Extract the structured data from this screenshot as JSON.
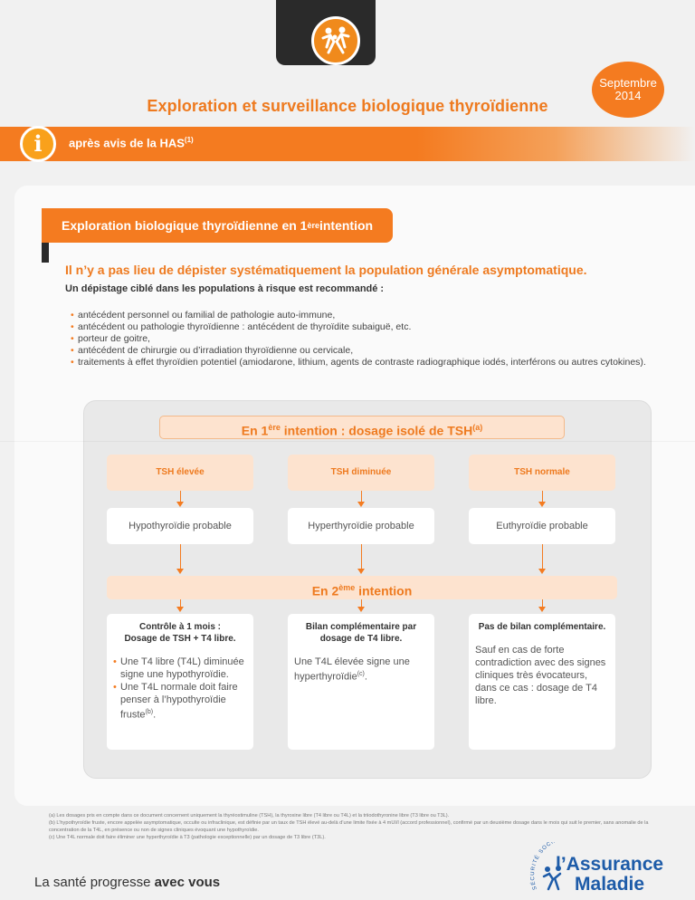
{
  "date_badge": {
    "line1": "Septembre",
    "line2": "2014"
  },
  "title": "Exploration et surveillance biologique thyroïdienne",
  "has_bar": {
    "text": "après avis de la HAS",
    "sup": "(1)"
  },
  "section": {
    "text": "Exploration biologique thyroïdienne en 1",
    "sup": "ère",
    "after": " intention"
  },
  "warning": "Il n’y a pas lieu de dépister systématiquement la population générale asymptomatique.",
  "recommendation": "Un dépistage ciblé dans les populations à risque est recommandé :",
  "risk_list": [
    "antécédent personnel ou familial de pathologie auto-immune,",
    "antécédent ou pathologie thyroïdienne : antécédent de thyroïdite subaiguë, etc.",
    "porteur de goitre,",
    "antécédent de chirurgie ou d’irradiation thyroïdienne ou cervicale,",
    "traitements à effet thyroïdien potentiel (amiodarone, lithium, agents de contraste radiographique iodés, interférons ou autres cytokines)."
  ],
  "flow": {
    "first": {
      "pre": "En 1",
      "sup": "ère",
      "post": " intention : dosage isolé de TSH",
      "note": "(a)"
    },
    "tsh": [
      "TSH élevée",
      "TSH diminuée",
      "TSH normale"
    ],
    "probable": [
      "Hypothyroïdie probable",
      "Hyperthyroïdie probable",
      "Euthyroïdie probable"
    ],
    "second": {
      "pre": "En 2",
      "sup": "ème",
      "post": " intention"
    },
    "col1": {
      "head1": "Contrôle à 1 mois :",
      "head2": "Dosage de TSH + T4 libre.",
      "item1": "Une T4 libre (T4L) diminuée signe une hypothyroïdie.",
      "item2": "Une T4L normale doit faire penser à l’hypothyroïdie fruste",
      "item2_note": "(b)",
      "item2_end": "."
    },
    "col2": {
      "head": "Bilan complémentaire par dosage de T4 libre.",
      "text": "Une T4L élevée signe une hyperthyroïdie",
      "note": "(c)",
      "end": "."
    },
    "col3": {
      "head": "Pas de bilan complémentaire.",
      "text": "Sauf en cas de forte contradiction avec des signes cliniques très évocateurs, dans ce cas : dosage de T4 libre."
    }
  },
  "footnotes": [
    "(a) Les dosages pris en compte dans ce document concernent uniquement la thyréostimuline (TSH), la thyroxine libre (T4 libre ou T4L) et la triiodothyronine libre (T3 libre ou T3L).",
    "(b) L’hypothyroïdie fruste, encore appelée asymptomatique, occulte ou infraclinique, est définie par un taux de TSH élevé au-delà d’une limite fixée à 4 mUI/l (accord professionnel), confirmé par un deuxième dosage dans le mois qui suit le premier, sans anomalie de la concentration de la T4L, en présence ou non de signes cliniques évoquant une hypothyroïdie.",
    "(c) Une T4L normale doit faire éliminer une hyperthyroïdie à T3 (pathologie exceptionnelle) par un dosage de T3 libre (T3L)."
  ],
  "slogan": {
    "plain": "La santé progresse ",
    "bold": "avec vous"
  },
  "logo": {
    "arc": "SÉCURITÉ SOCIALE",
    "line1": "l’Assurance",
    "line2": "Maladie"
  },
  "colors": {
    "accent": "#f47b20",
    "title_orange": "#ee7a1f",
    "light_orange": "#fde3cf",
    "logo_blue": "#1d5ba8"
  }
}
